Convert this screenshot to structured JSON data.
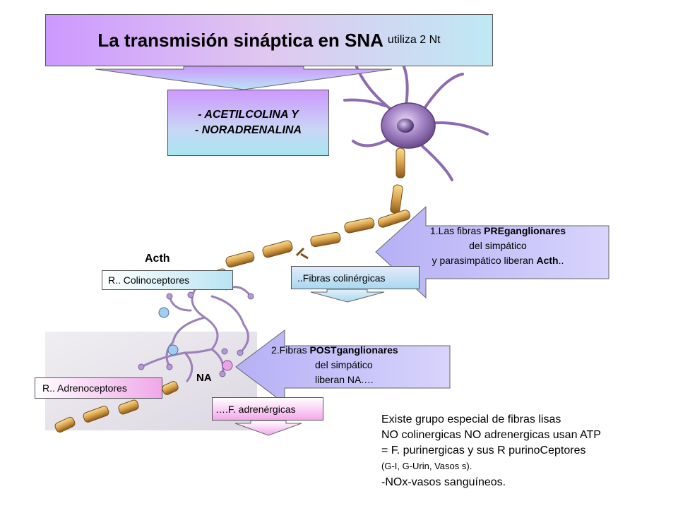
{
  "title": {
    "main": "La transmisión sináptica en SNA",
    "sub": "utiliza 2 Nt"
  },
  "neurotransmitters": {
    "line1": "- ACETILCOLINA Y",
    "line2": "- NORADRENALINA"
  },
  "labels": {
    "acth": "Acth",
    "colinoceptores": "R.. Colinoceptores",
    "colinergicas": "..Fibras colinérgicas",
    "na": "NA",
    "adrenoceptores": "R.. Adrenoceptores",
    "adrenergicas": "….F. adrenérgicas"
  },
  "callout1": {
    "l1_pre": "1.Las fibras ",
    "l1_bold": "PREganglionares",
    "l2": "del simpático",
    "l3_pre": "y parasimpático liberan ",
    "l3_bold": "Acth",
    "l3_post": ".."
  },
  "callout2": {
    "l1_pre": "2.Fibras ",
    "l1_bold": "POSTganglionares",
    "l2": "del simpático",
    "l3": "liberan NA.…"
  },
  "note": {
    "line1": "Existe grupo especial de fibras lisas",
    "line2": "NO colinergicas NO adrenergicas usan ATP",
    "line3": " = F. purinergicas y sus R purinoCeptores",
    "line4": "(G-I, G-Urin, Vasos s).",
    "line5": "-NOx-vasos sanguíneos."
  },
  "colors": {
    "lavender": "#cc99ff",
    "light_cyan": "#a8e6f2",
    "callout_fill": "#c9c4fa",
    "pink": "#f4a8ea",
    "axon_orange": "#d9a24a",
    "neuron_purple": "#a98ac9",
    "vesicle_blue": "#a3cdf0",
    "vesicle_pink": "#e9a3e6"
  }
}
